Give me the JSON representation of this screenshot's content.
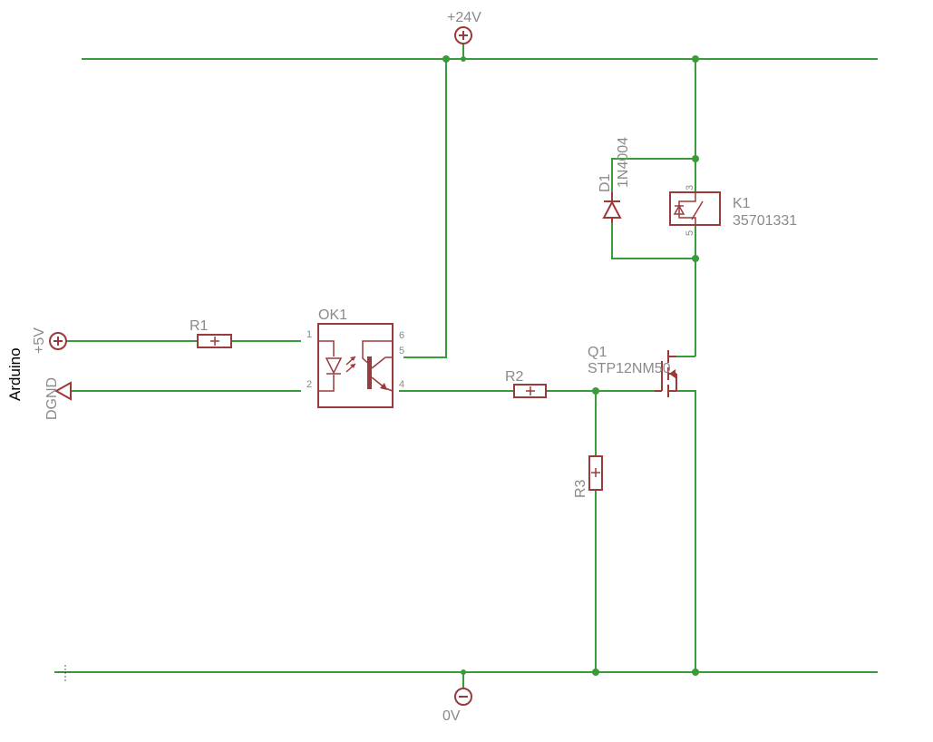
{
  "diagram": {
    "side_label": "Arduino",
    "supply": {
      "v24": "+24V",
      "v5": "+5V",
      "dgnd": "DGND",
      "gnd": "0V"
    },
    "parts": {
      "r1": {
        "name": "R1"
      },
      "r2": {
        "name": "R2"
      },
      "r3": {
        "name": "R3"
      },
      "ok1": {
        "name": "OK1",
        "pins": [
          "1",
          "2",
          "4",
          "5",
          "6"
        ]
      },
      "q1": {
        "name": "Q1",
        "value": "STP12NM50"
      },
      "d1": {
        "name": "D1",
        "value": "1N4004"
      },
      "k1": {
        "name": "K1",
        "value": "35701331",
        "pins": [
          "3",
          "5"
        ]
      }
    }
  }
}
